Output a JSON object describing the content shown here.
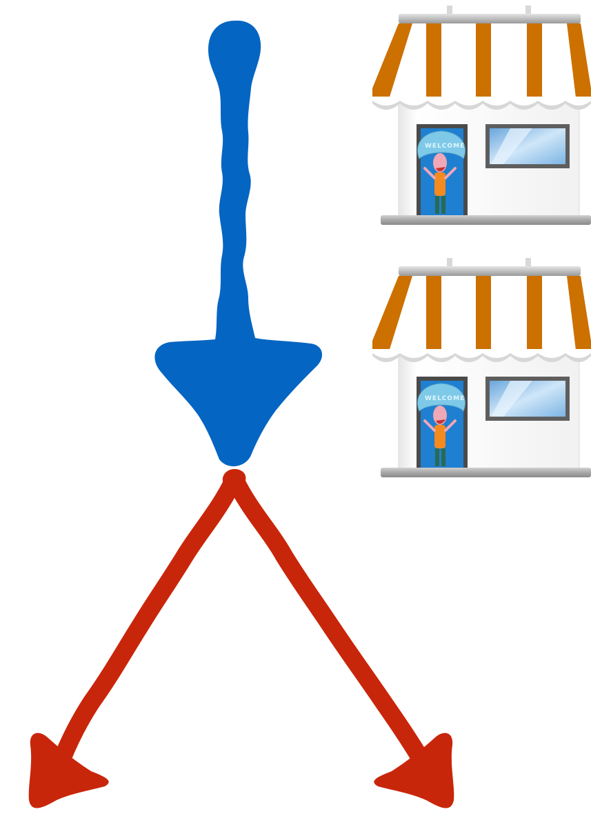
{
  "diagram": {
    "blue_arrow": {
      "color": "#0565c2",
      "direction": "down",
      "icon": "hand-drawn-down-arrow-icon"
    },
    "split_arrows": {
      "color": "#c8260a",
      "icon": "hand-drawn-split-arrow-icon",
      "branches": [
        {
          "direction": "down-left"
        },
        {
          "direction": "down-right"
        }
      ]
    },
    "stores": [
      {
        "icon": "storefront-icon",
        "sign_text": "WELCOME",
        "colors": {
          "awning": "#cc7000",
          "door": "#1f7fd0",
          "window": "#9fcaea"
        }
      },
      {
        "icon": "storefront-icon",
        "sign_text": "WELCOME",
        "colors": {
          "awning": "#cc7000",
          "door": "#1f7fd0",
          "window": "#9fcaea"
        }
      }
    ]
  }
}
